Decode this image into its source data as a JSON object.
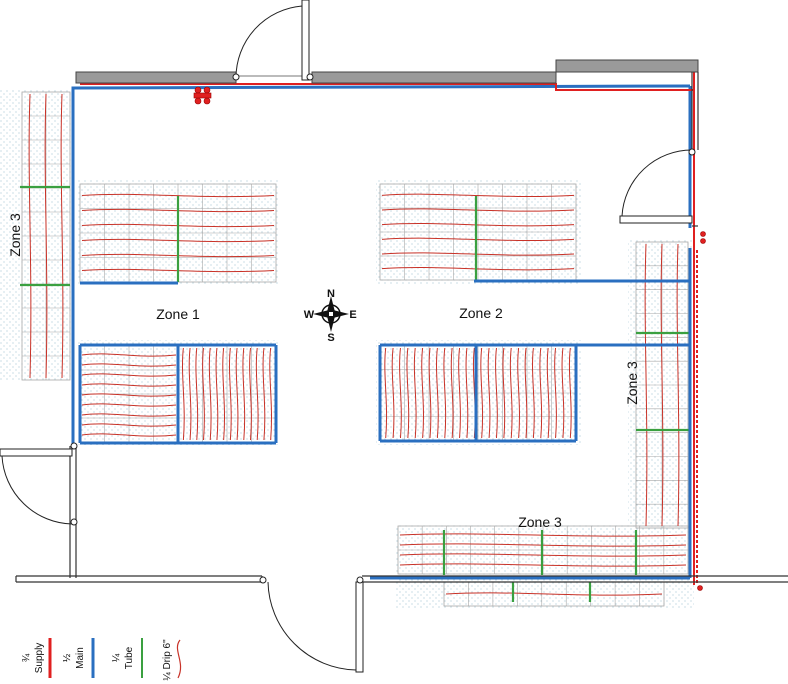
{
  "zones": {
    "zone1": "Zone 1",
    "zone2": "Zone 2",
    "zone3_left": "Zone 3",
    "zone3_right": "Zone 3",
    "zone3_bottom": "Zone 3"
  },
  "compass": {
    "n": "N",
    "s": "S",
    "e": "E",
    "w": "W"
  },
  "legend": {
    "supply_frac": "¾",
    "supply_label": "Supply",
    "main_frac": "½",
    "main_label": "Main",
    "tube_frac": "¼",
    "tube_label": "Tube",
    "drip_label": "¼ Drip 6\""
  },
  "colors": {
    "supply": "#e02020",
    "main": "#2a6fc0",
    "tube": "#3aa040",
    "drip": "#c83228",
    "wall": "#9a9a9a",
    "grid": "#a8a8a8",
    "stipple": "#a8c8d4"
  },
  "icons": [
    "compass-rose-icon",
    "valve-icon"
  ]
}
